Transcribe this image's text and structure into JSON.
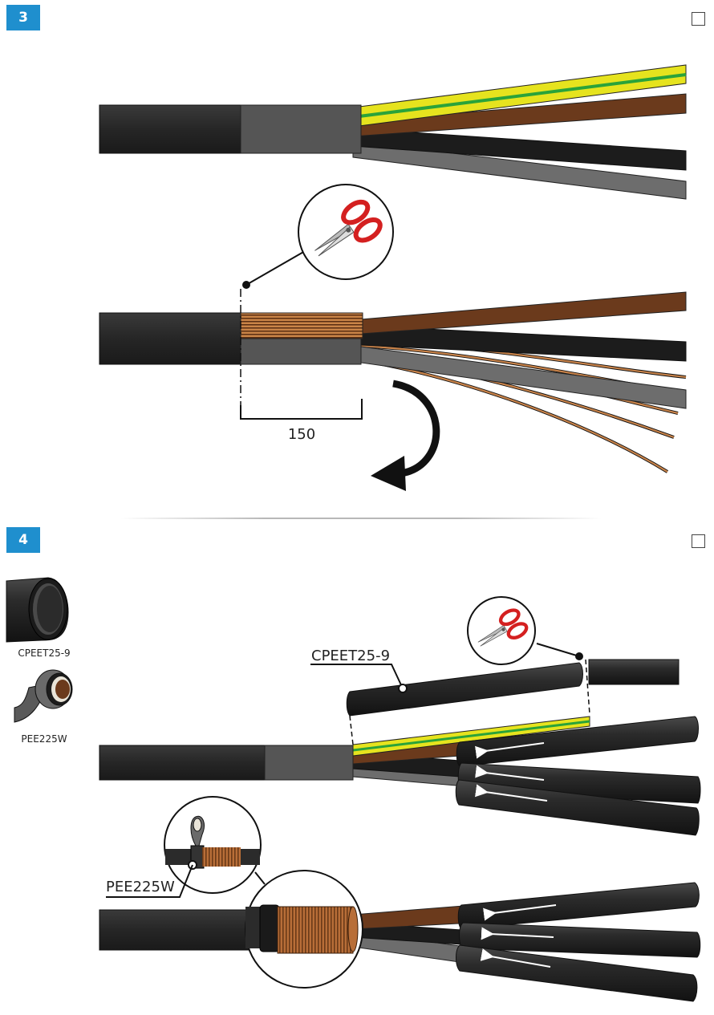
{
  "steps": [
    {
      "number": "3"
    },
    {
      "number": "4"
    }
  ],
  "step3": {
    "dimension_label": "150"
  },
  "step4": {
    "legend": [
      {
        "label": "CPEET25-9",
        "icon": "heat-shrink-tube-icon"
      },
      {
        "label": "PEE225W",
        "icon": "tape-roll-icon"
      }
    ],
    "tube_callout": "CPEET25-9",
    "tape_callout": "PEE225W"
  },
  "colors": {
    "badge": "#1f8fce",
    "cable_black": "#2b2b2b",
    "sheath_grey": "#555555",
    "wire_brown": "#6b3a1c",
    "wire_yellow": "#e6e31e",
    "wire_green": "#2aa33a",
    "wire_grey": "#6d6d6d",
    "copper": "#c8834a",
    "scissors_red": "#d42020"
  }
}
